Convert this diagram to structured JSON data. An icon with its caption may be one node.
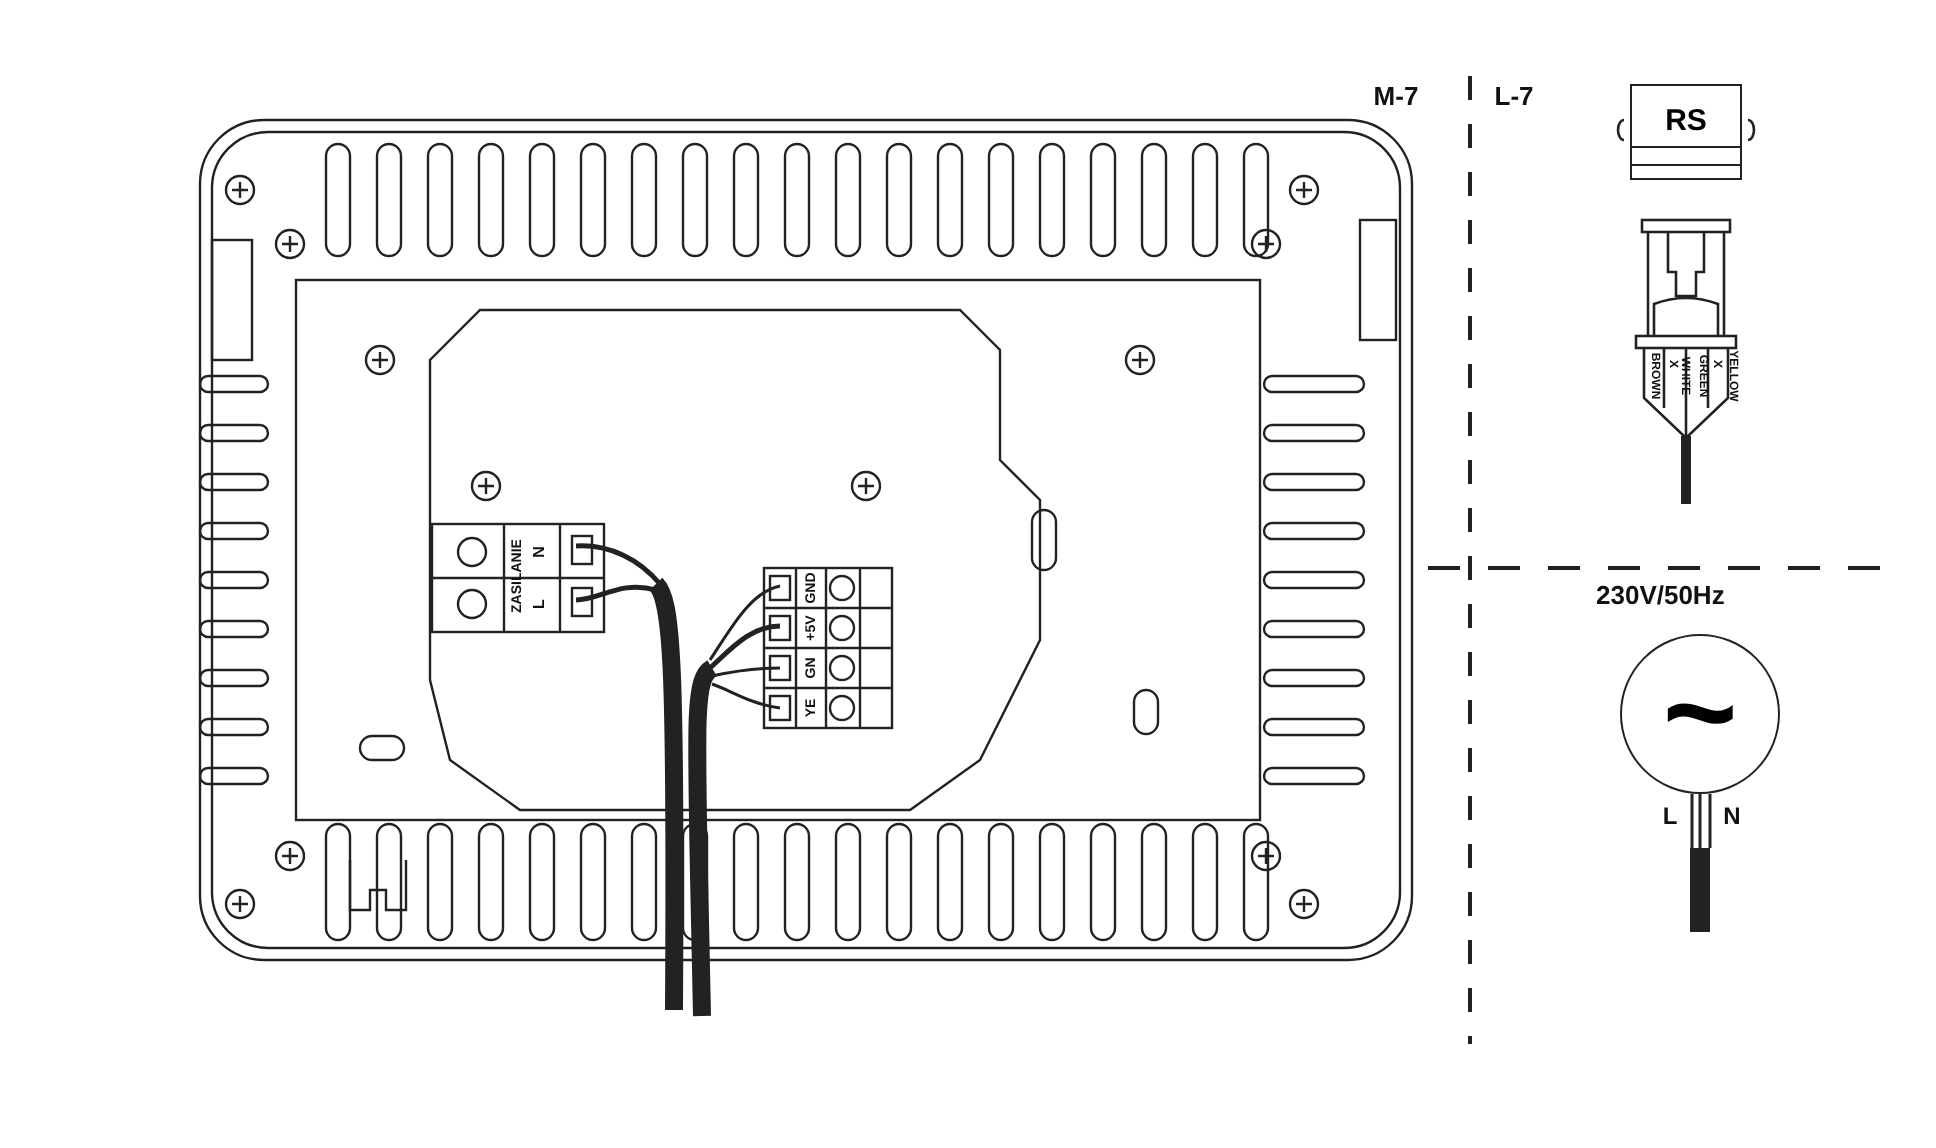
{
  "diagram": {
    "nodes": [
      {
        "text": [
          "RS"
        ]
      },
      {
        "text": [
          "~"
        ],
        "beside": [
          "230V/50Hz"
        ]
      }
    ],
    "labels": [
      "M-7",
      "L-7",
      "ZASILANIE",
      "N",
      "L",
      "GND",
      "+5V",
      "GN",
      "YE",
      "BROWN",
      "X",
      "WHITE",
      "GREEN",
      "X",
      "YELLOW",
      "L",
      "N"
    ]
  }
}
